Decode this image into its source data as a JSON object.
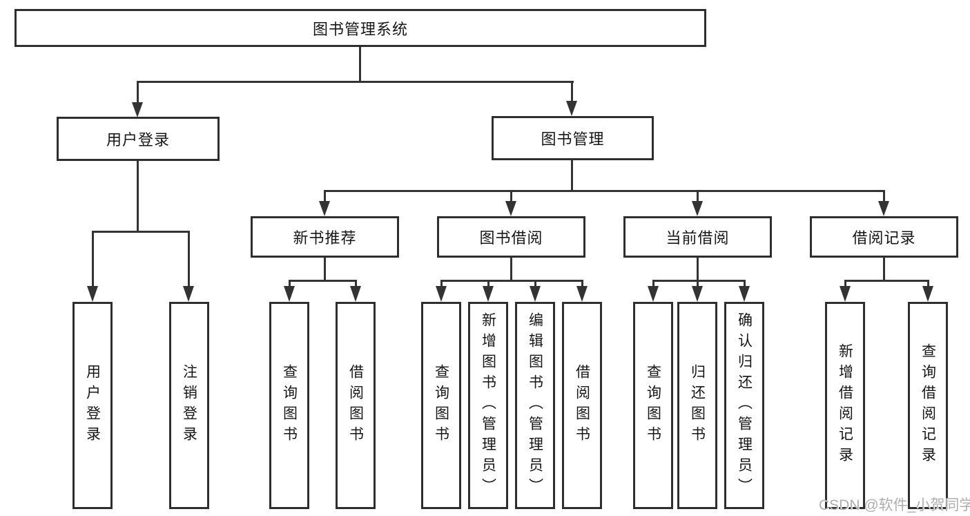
{
  "diagram": {
    "type": "hierarchy-diagram",
    "root": "图书管理系统",
    "level1": {
      "user_login": "用户登录",
      "book_mgmt": "图书管理"
    },
    "level2": {
      "new_book_rec": "新书推荐",
      "book_borrow": "图书借阅",
      "current_borrow": "当前借阅",
      "borrow_records": "借阅记录"
    },
    "leaves": [
      "用户登录",
      "注销登录",
      "查询图书",
      "借阅图书",
      "查询图书",
      "新增图书（管理员）",
      "编辑图书（管理员）",
      "借阅图书",
      "查询图书",
      "归还图书",
      "确认归还（管理员）",
      "新增借阅记录",
      "查询借阅记录"
    ],
    "hierarchy": {
      "图书管理系统": {
        "用户登录": [
          "用户登录",
          "注销登录"
        ],
        "图书管理": {
          "新书推荐": [
            "查询图书",
            "借阅图书"
          ],
          "图书借阅": [
            "查询图书",
            "新增图书（管理员）",
            "编辑图书（管理员）",
            "借阅图书"
          ],
          "当前借阅": [
            "查询图书",
            "归还图书",
            "确认归还（管理员）"
          ],
          "借阅记录": [
            "新增借阅记录",
            "查询借阅记录"
          ]
        }
      }
    },
    "colors": {
      "line": "#333333",
      "box_border": "#2e2e2e",
      "text": "#161616",
      "watermark": "#aeaeae",
      "background": "#ffffff"
    },
    "watermark": "CSDN @软件_小贺同学"
  }
}
